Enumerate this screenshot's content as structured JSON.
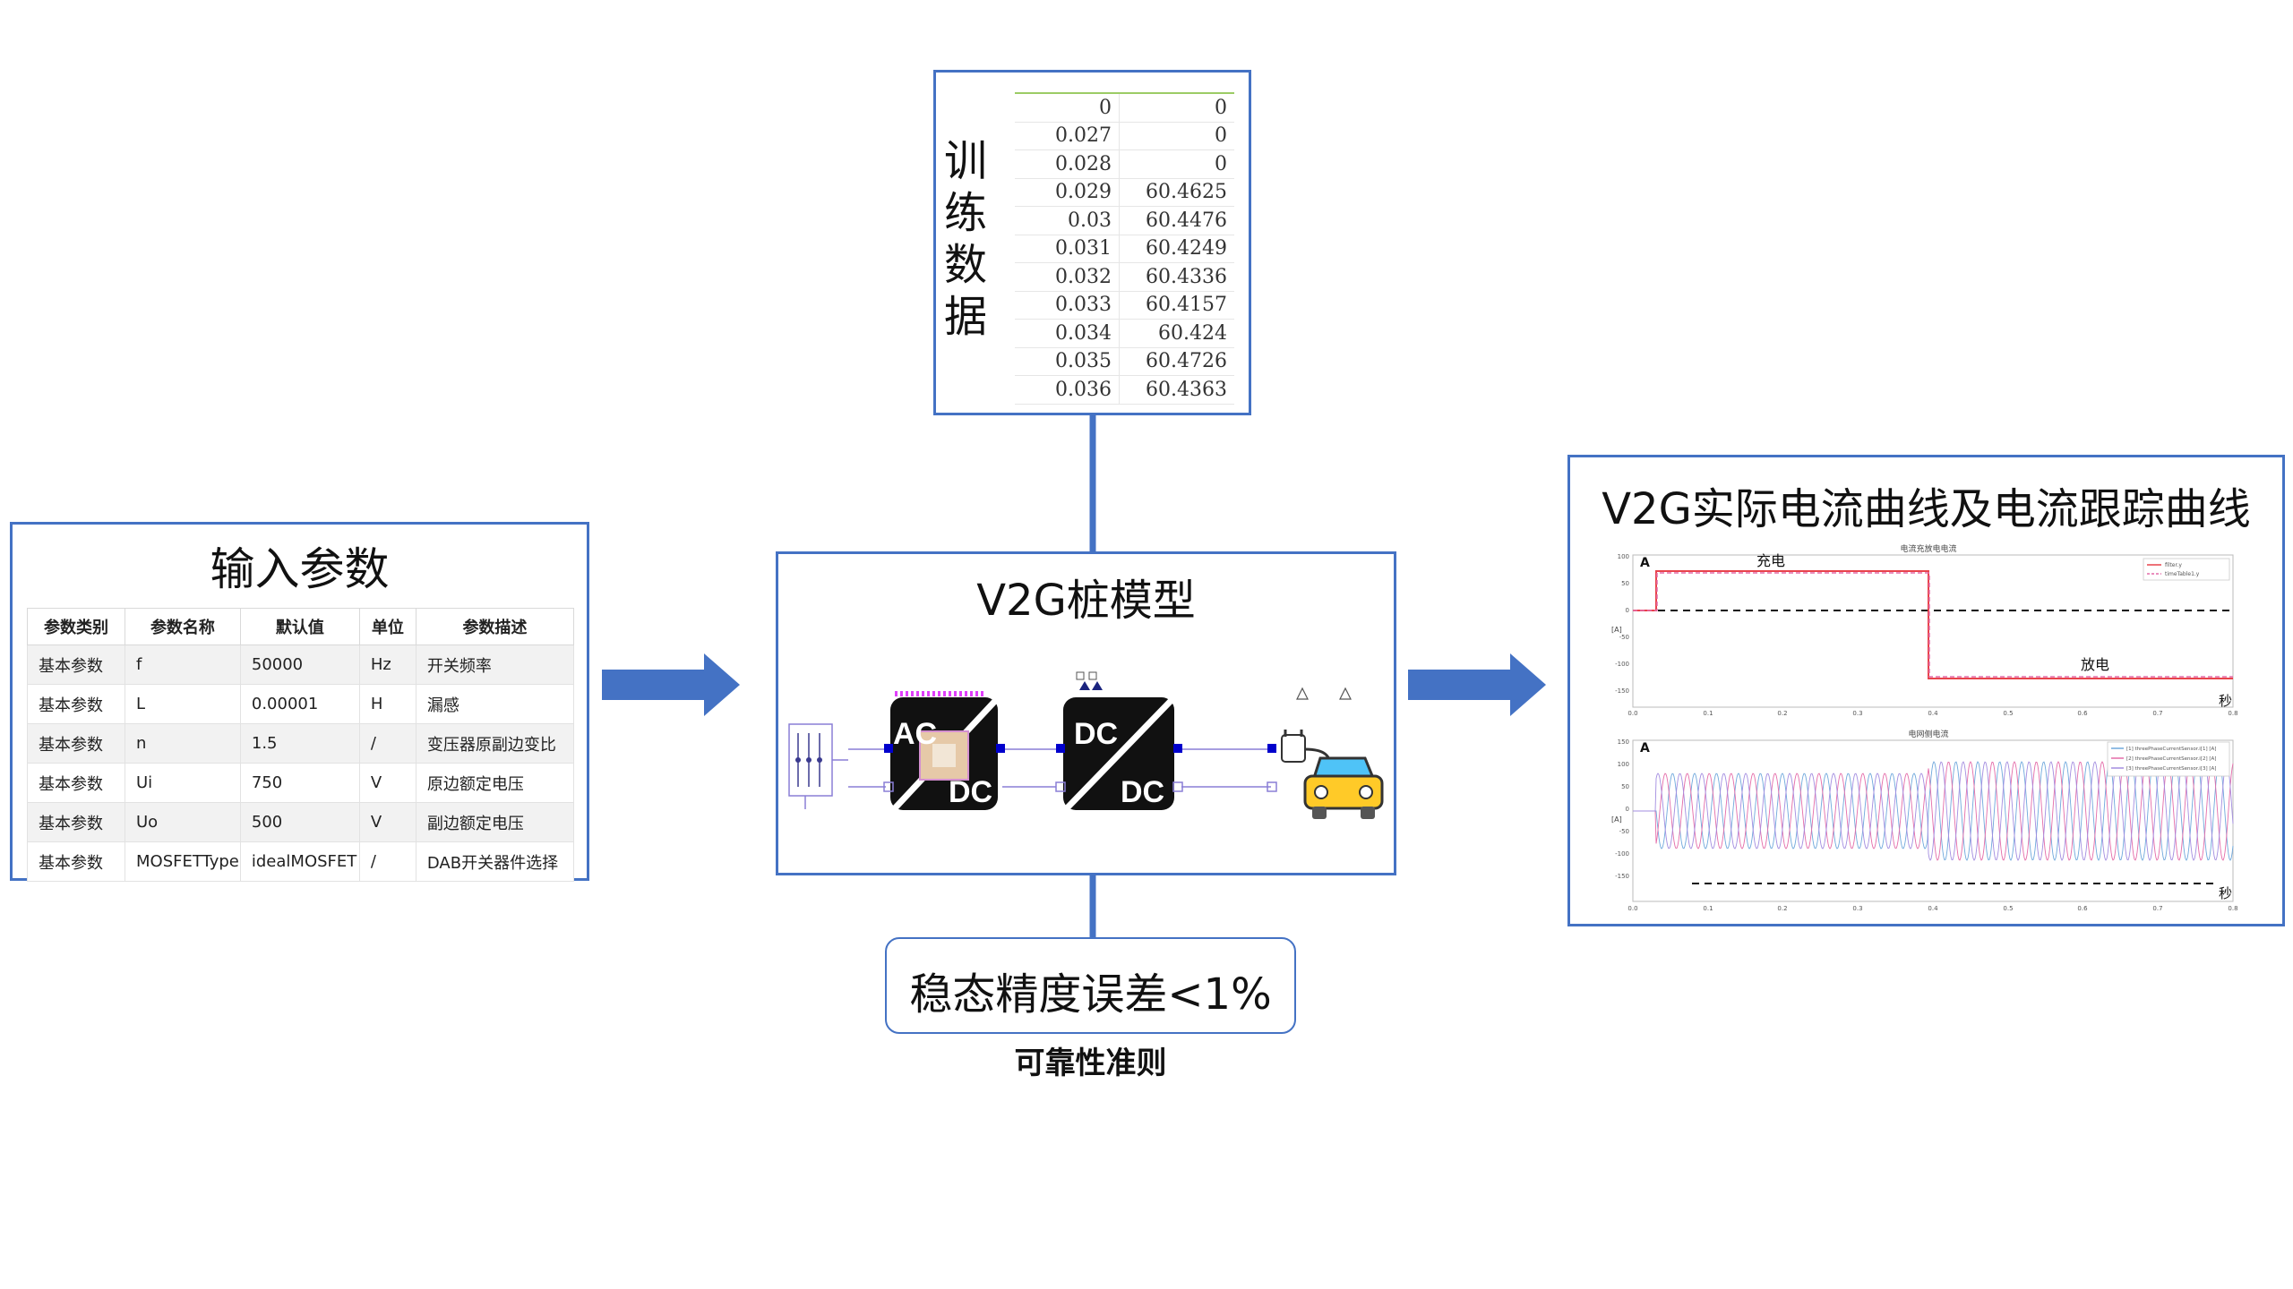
{
  "input_params": {
    "title": "输入参数",
    "headers": [
      "参数类别",
      "参数名称",
      "默认值",
      "单位",
      "参数描述"
    ],
    "rows": [
      [
        "基本参数",
        "f",
        "50000",
        "Hz",
        "开关频率"
      ],
      [
        "基本参数",
        "L",
        "0.00001",
        "H",
        "漏感"
      ],
      [
        "基本参数",
        "n",
        "1.5",
        "/",
        "变压器原副边变比"
      ],
      [
        "基本参数",
        "Ui",
        "750",
        "V",
        "原边额定电压"
      ],
      [
        "基本参数",
        "Uo",
        "500",
        "V",
        "副边额定电压"
      ],
      [
        "基本参数",
        "MOSFETType",
        "idealMOSFET",
        "/",
        "DAB开关器件选择"
      ]
    ]
  },
  "training_data": {
    "label_chars": [
      "训",
      "练",
      "数",
      "据"
    ],
    "rows": [
      [
        "0",
        "0"
      ],
      [
        "0.027",
        "0"
      ],
      [
        "0.028",
        "0"
      ],
      [
        "0.029",
        "60.4625"
      ],
      [
        "0.03",
        "60.4476"
      ],
      [
        "0.031",
        "60.4249"
      ],
      [
        "0.032",
        "60.4336"
      ],
      [
        "0.033",
        "60.4157"
      ],
      [
        "0.034",
        "60.424"
      ],
      [
        "0.035",
        "60.4726"
      ],
      [
        "0.036",
        "60.4363"
      ]
    ]
  },
  "model": {
    "title": "V2G桩模型",
    "converter1": {
      "top": "AC",
      "bottom": "DC"
    },
    "converter2": {
      "top": "DC",
      "bottom": "DC"
    }
  },
  "result": {
    "title": "V2G实际电流曲线及电流跟踪曲线",
    "chart1": {
      "title": "电流充放电电流",
      "unit_label": "A",
      "ylabel": "[A]",
      "x_unit": "秒",
      "charge_label": "充电",
      "discharge_label": "放电",
      "legend": [
        "filter.y",
        "timeTable1.y"
      ],
      "yticks": [
        "100",
        "50",
        "0",
        "-50",
        "-100",
        "-150"
      ],
      "xticks": [
        "0.0",
        "0.1",
        "0.2",
        "0.3",
        "0.4",
        "0.5",
        "0.6",
        "0.7",
        "0.8"
      ]
    },
    "chart2": {
      "title": "电网侧电流",
      "unit_label": "A",
      "ylabel": "[A]",
      "x_unit": "秒",
      "legend": [
        "[1] threePhaseCurrentSensor.i[1] [A]",
        "[2] threePhaseCurrentSensor.i[2] [A]",
        "[3] threePhaseCurrentSensor.i[3] [A]"
      ],
      "yticks": [
        "150",
        "100",
        "50",
        "0",
        "-50",
        "-100",
        "-150"
      ],
      "xticks": [
        "0.0",
        "0.1",
        "0.2",
        "0.3",
        "0.4",
        "0.5",
        "0.6",
        "0.7",
        "0.8"
      ]
    }
  },
  "accuracy": {
    "text": "稳态精度误差<1%",
    "label": "可靠性准则"
  },
  "colors": {
    "box_border": "#4472c4",
    "arrow": "#4472c4",
    "signal_red": "#e8434b",
    "signal_pink": "#e46ca9",
    "signal_violet": "#a38de0",
    "signal_blue": "#6fa8dc"
  }
}
